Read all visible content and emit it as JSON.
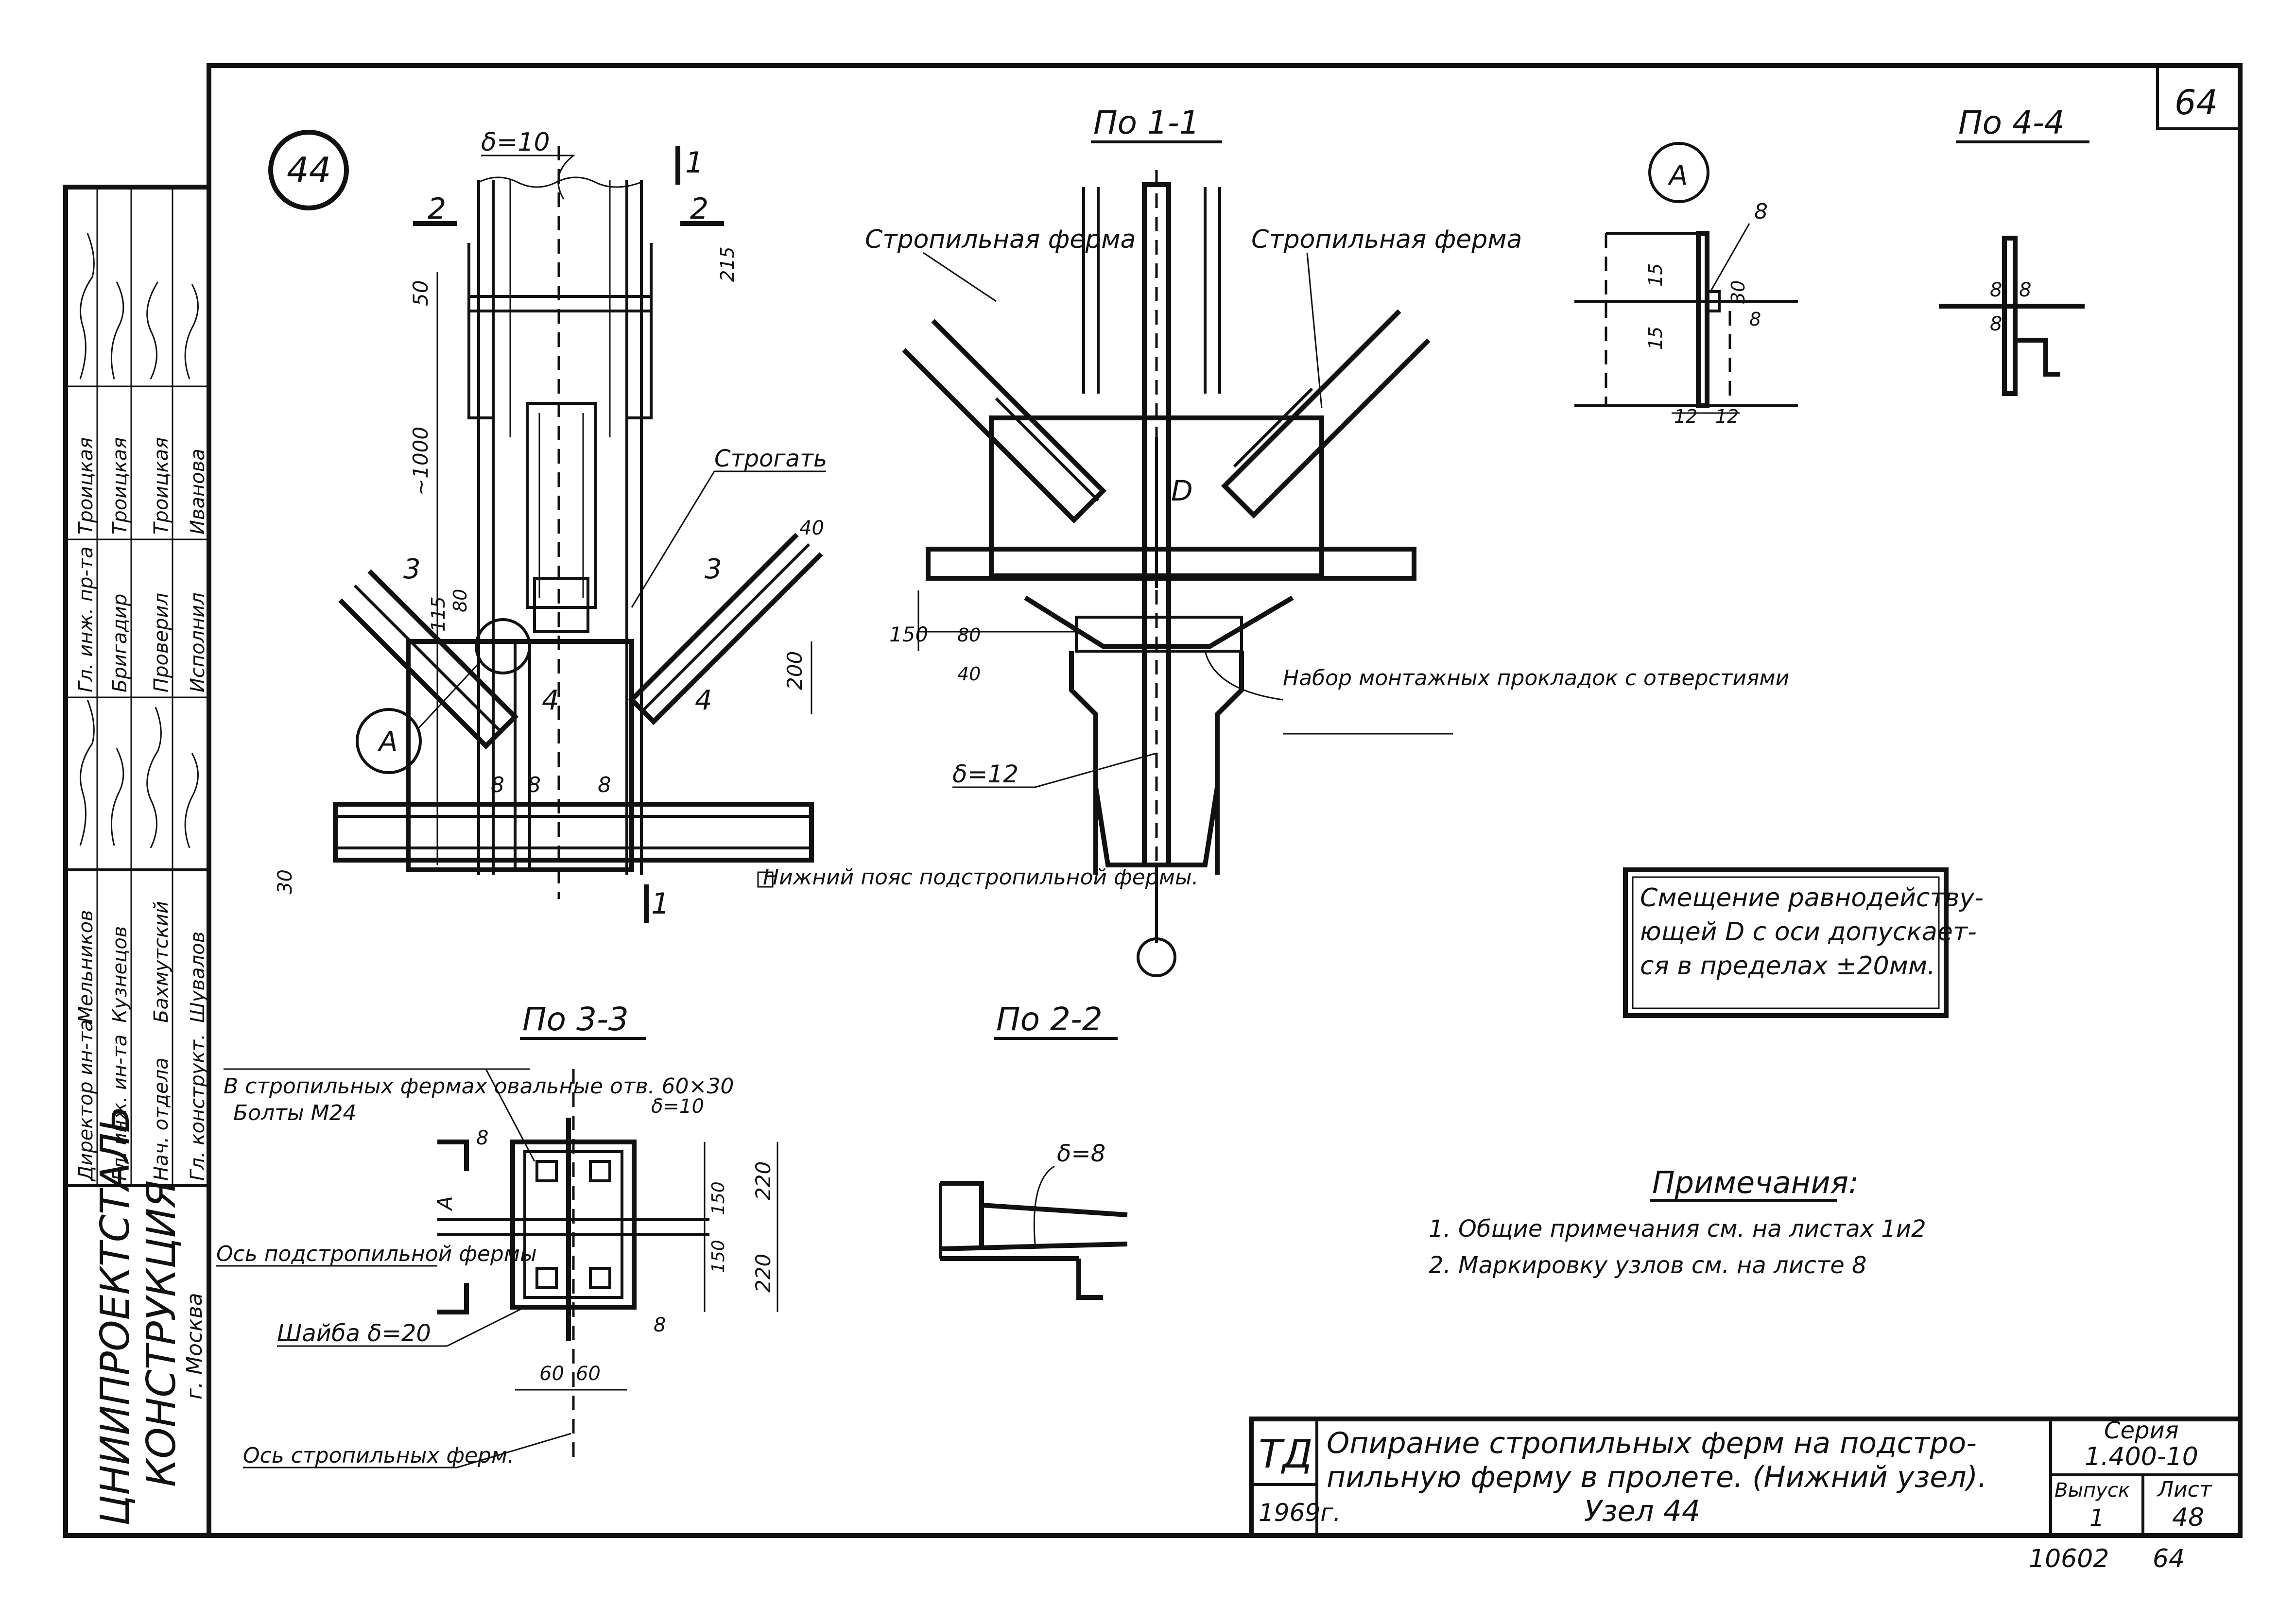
{
  "sheet": {
    "number_top": "64",
    "node_number": "44",
    "serial_bottom": "10602",
    "page_bottom": "64"
  },
  "org_stamp": {
    "org_name_1": "ЦНИИПРОЕКТСТАЛЬ",
    "org_name_2": "КОНСТРУКЦИЯ",
    "city": "г. Москва",
    "roles": [
      "Директор ин-та",
      "Гл. инж. ин-та",
      "Нач. отдела",
      "Гл. конструкт.",
      "Гл. инж. пр-та",
      "Бригадир",
      "Проверил",
      "Исполнил"
    ],
    "names": [
      "Мельников",
      "Кузнецов",
      "Бахмутский",
      "Шувалов",
      "Троицкая",
      "Троицкая",
      "Троицкая",
      "Иванова"
    ]
  },
  "views": {
    "section_1_1": "По 1-1",
    "section_4_4": "По 4-4",
    "section_3_3": "По 3-3",
    "section_2_2": "По 2-2",
    "detail_a": "А"
  },
  "labels": {
    "delta_10": "δ=10",
    "delta_12": "δ=12",
    "delta_8": "δ=8",
    "delta_10b": "δ=10",
    "truss_left": "Стропильная ферма",
    "truss_right": "Стропильная ферма",
    "plane": "Строгать",
    "shims": "Набор монтажных прокладок с отверстиями",
    "bottom_chord": "Нижний пояс подстропильной фермы.",
    "holes": "В стропильных фермах овальные отв. 60×30",
    "bolts": "Болты М24",
    "axis_sub": "Ось подстропильной фермы",
    "washer": "Шайба δ=20",
    "axis_rafter": "Ось стропильных ферм.",
    "d_label": "D"
  },
  "dims": {
    "d50": "50",
    "d1000": "~1000",
    "d215": "215",
    "d80": "80",
    "d115": "115",
    "d40a": "40",
    "d200": "200",
    "d30": "30",
    "d150": "150",
    "d80b": "80",
    "d40b": "40",
    "d8": "8",
    "d15": "15",
    "d30b": "30",
    "d12a": "12",
    "d12b": "12",
    "d220a": "220",
    "d220b": "220",
    "d150a": "150",
    "d150b": "150",
    "d60a": "60",
    "d60b": "60",
    "sec1": "1",
    "sec2": "2",
    "sec3": "3",
    "sec4": "4"
  },
  "note_box": {
    "text_1": "Смещение равнодейству-",
    "text_2": "ющей D с оси допускает-",
    "text_3": "ся в пределах  ±20мм."
  },
  "notes": {
    "title": "Примечания:",
    "items": [
      "1. Общие примечания см. на листах 1и2",
      "2. Маркировку узлов см. на листе 8"
    ]
  },
  "title_block": {
    "td": "ТД",
    "year": "1969г.",
    "title_1": "Опирание стропильных ферм на подстро-",
    "title_2": "пильную ферму в пролете. (Нижний узел).",
    "title_3": "Узел 44",
    "series_label": "Серия",
    "series_value": "1.400-10",
    "issue_label": "Выпуск",
    "issue_value": "1",
    "sheet_label": "Лист",
    "sheet_value": "48"
  }
}
